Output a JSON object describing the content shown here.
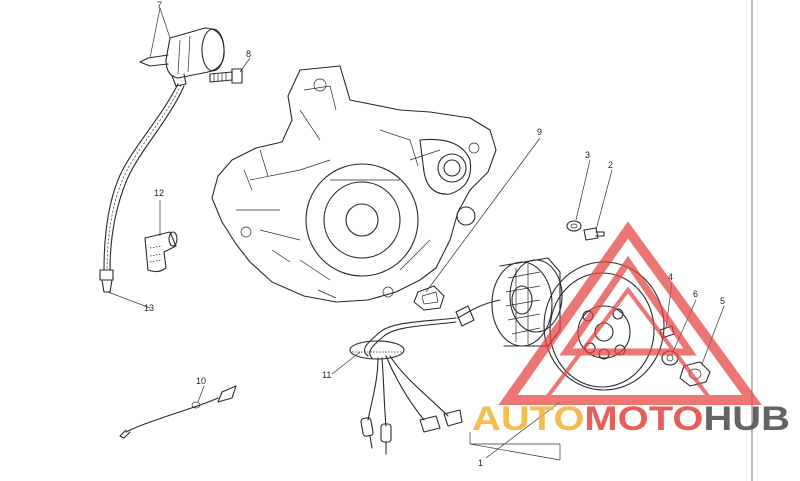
{
  "diagram": {
    "callouts": {
      "c1": "1",
      "c2": "2",
      "c3": "3",
      "c4": "4",
      "c5": "5",
      "c6": "6",
      "c7": "7",
      "c8": "8",
      "c9": "9",
      "c10": "10",
      "c11": "11",
      "c12": "12",
      "c13": "13"
    }
  },
  "watermark": {
    "word_a": "AUTO",
    "word_b": "MOTO",
    "word_c": "HUB",
    "colors": {
      "auto": "#f2b232",
      "moto": "#e5423f",
      "hub": "#4a4a4a",
      "triangle": "#e5423f"
    }
  }
}
